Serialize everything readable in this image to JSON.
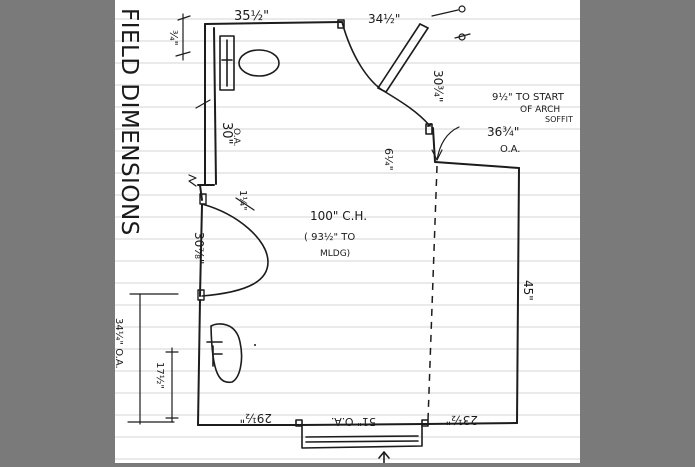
{
  "sheet": {
    "title": "FIELD DIMENSIONS",
    "colors": {
      "paper": "#ffffff",
      "margin": "#7a7a7a",
      "ink": "#1c1c1c",
      "rules": "#d6d6d6"
    }
  },
  "dimensions": {
    "top_width": "35½\"",
    "door_top": "34½\"",
    "door_side": "30¾\"",
    "arch_note_line1": "9½\" TO START",
    "arch_note_line2": "OF ARCH",
    "arch_note_line3": "SOFFIT",
    "arch_width": "36¾\"",
    "arch_width_suffix": "O.A.",
    "jog": "6¼\"",
    "left_upper": "30\"",
    "left_upper_suffix": "O.A.",
    "small_offset": "¾\"",
    "step": "1¼\"",
    "lower_left": "30⁷⁄₈\"",
    "ceiling_height": "100\" C.H.",
    "molding_note_line1": "( 93½\" TO",
    "molding_note_line2": "MLDG)",
    "right_side": "45\"",
    "vanity_depth": "34¼\" O.A.",
    "sink_offset": "17½\"",
    "bottom_left": "29½\"",
    "bottom_mid": "51\" O.A.",
    "bottom_right": "23½\""
  },
  "fixtures": {
    "toilet": "toilet",
    "sink": "sink",
    "window": "window"
  }
}
